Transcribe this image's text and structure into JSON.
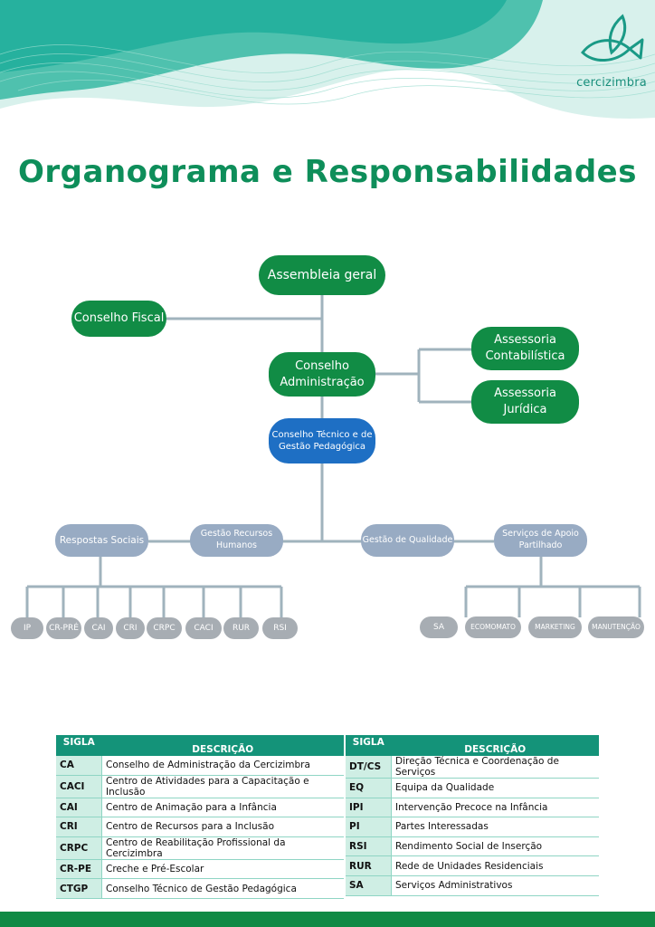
{
  "brand": {
    "name": "cercizimbra"
  },
  "title": "Organograma e Responsabilidades",
  "org": {
    "assembleia": "Assembleia geral",
    "fiscal": "Conselho Fiscal",
    "administracao": {
      "line1": "Conselho",
      "line2": "Administração"
    },
    "contabilistica": {
      "line1": "Assessoria",
      "line2": "Contabilística"
    },
    "juridica": {
      "line1": "Assessoria",
      "line2": "Jurídica"
    },
    "tecnico": {
      "line1": "Conselho Técnico e de",
      "line2": "Gestão Pedagógica"
    },
    "respostas": "Respostas Sociais",
    "recursos": {
      "line1": "Gestão Recursos",
      "line2": "Humanos"
    },
    "qualidade": "Gestão de Qualidade",
    "servicos": {
      "line1": "Serviços de Apoio",
      "line2": "Partilhado"
    },
    "respostas_items": [
      "IP",
      "CR-PRÉ",
      "CAI",
      "CRI",
      "CRPC",
      "CACI",
      "RUR",
      "RSI"
    ],
    "servicos_items": [
      "SA",
      "ECOMOMATO",
      "MARKETING",
      "MANUTENÇÃO"
    ]
  },
  "glossary": {
    "header_sigla": "SIGLA",
    "header_descricao": "DESCRIÇÃO",
    "left": [
      {
        "code": "CA",
        "desc": "Conselho de Administração da Cercizimbra"
      },
      {
        "code": "CACI",
        "desc": "Centro de Atividades para a Capacitação e Inclusão"
      },
      {
        "code": "CAI",
        "desc": "Centro de Animação para a Infância"
      },
      {
        "code": "CRI",
        "desc": "Centro de Recursos para a Inclusão"
      },
      {
        "code": "CRPC",
        "desc": "Centro de Reabilitação Profissional da Cercizimbra"
      },
      {
        "code": "CR-PE",
        "desc": "Creche e Pré-Escolar"
      },
      {
        "code": "CTGP",
        "desc": "Conselho Técnico de Gestão Pedagógica"
      }
    ],
    "right": [
      {
        "code": "DT/CS",
        "desc": "Direção Técnica e Coordenação de Serviços"
      },
      {
        "code": "EQ",
        "desc": "Equipa da Qualidade"
      },
      {
        "code": "IPI",
        "desc": "Intervenção Precoce na Infância"
      },
      {
        "code": "PI",
        "desc": "Partes Interessadas"
      },
      {
        "code": "RSI",
        "desc": "Rendimento Social de Inserção"
      },
      {
        "code": "RUR",
        "desc": "Rede de Unidades Residenciais"
      },
      {
        "code": "SA",
        "desc": "Serviços Administrativos"
      }
    ]
  },
  "colors": {
    "primary_green": "#118c45",
    "teal": "#149379",
    "blue": "#1e6fc4",
    "steel": "#98abc3",
    "grey": "#a7adb3",
    "line": "#a0b3bd"
  }
}
